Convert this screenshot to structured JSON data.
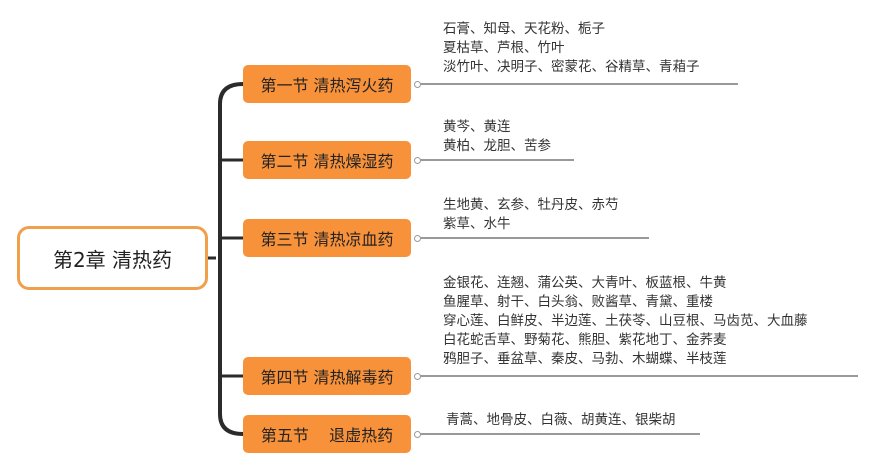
{
  "root": {
    "label": "第2章 清热药"
  },
  "sections": [
    {
      "label": "第一节 清热泻火药",
      "herbs": [
        "石膏、知母、天花粉、栀子",
        "夏枯草、芦根、竹叶",
        "淡竹叶、决明子、密蒙花、谷精草、青葙子"
      ]
    },
    {
      "label": "第二节 清热燥湿药",
      "herbs": [
        "黄芩、黄连",
        "黄柏、龙胆、苦参"
      ]
    },
    {
      "label": "第三节 清热凉血药",
      "herbs": [
        "生地黄、玄参、牡丹皮、赤芍",
        "紫草、水牛"
      ]
    },
    {
      "label": "第四节 清热解毒药",
      "herbs": [
        "金银花、连翘、蒲公英、大青叶、板蓝根、牛黄",
        "鱼腥草、射干、白头翁、败酱草、青黛、重楼",
        "穿心莲、白鲜皮、半边莲、土茯苓、山豆根、马齿苋、大血藤",
        "白花蛇舌草、野菊花、熊胆、紫花地丁、金荞麦",
        "鸦胆子、垂盆草、秦皮、马勃、木蝴蝶、半枝莲"
      ]
    },
    {
      "label": "第五节    退虚热药",
      "herbs": [
        "青蒿、地骨皮、白薇、胡黄连、银柴胡"
      ]
    }
  ]
}
